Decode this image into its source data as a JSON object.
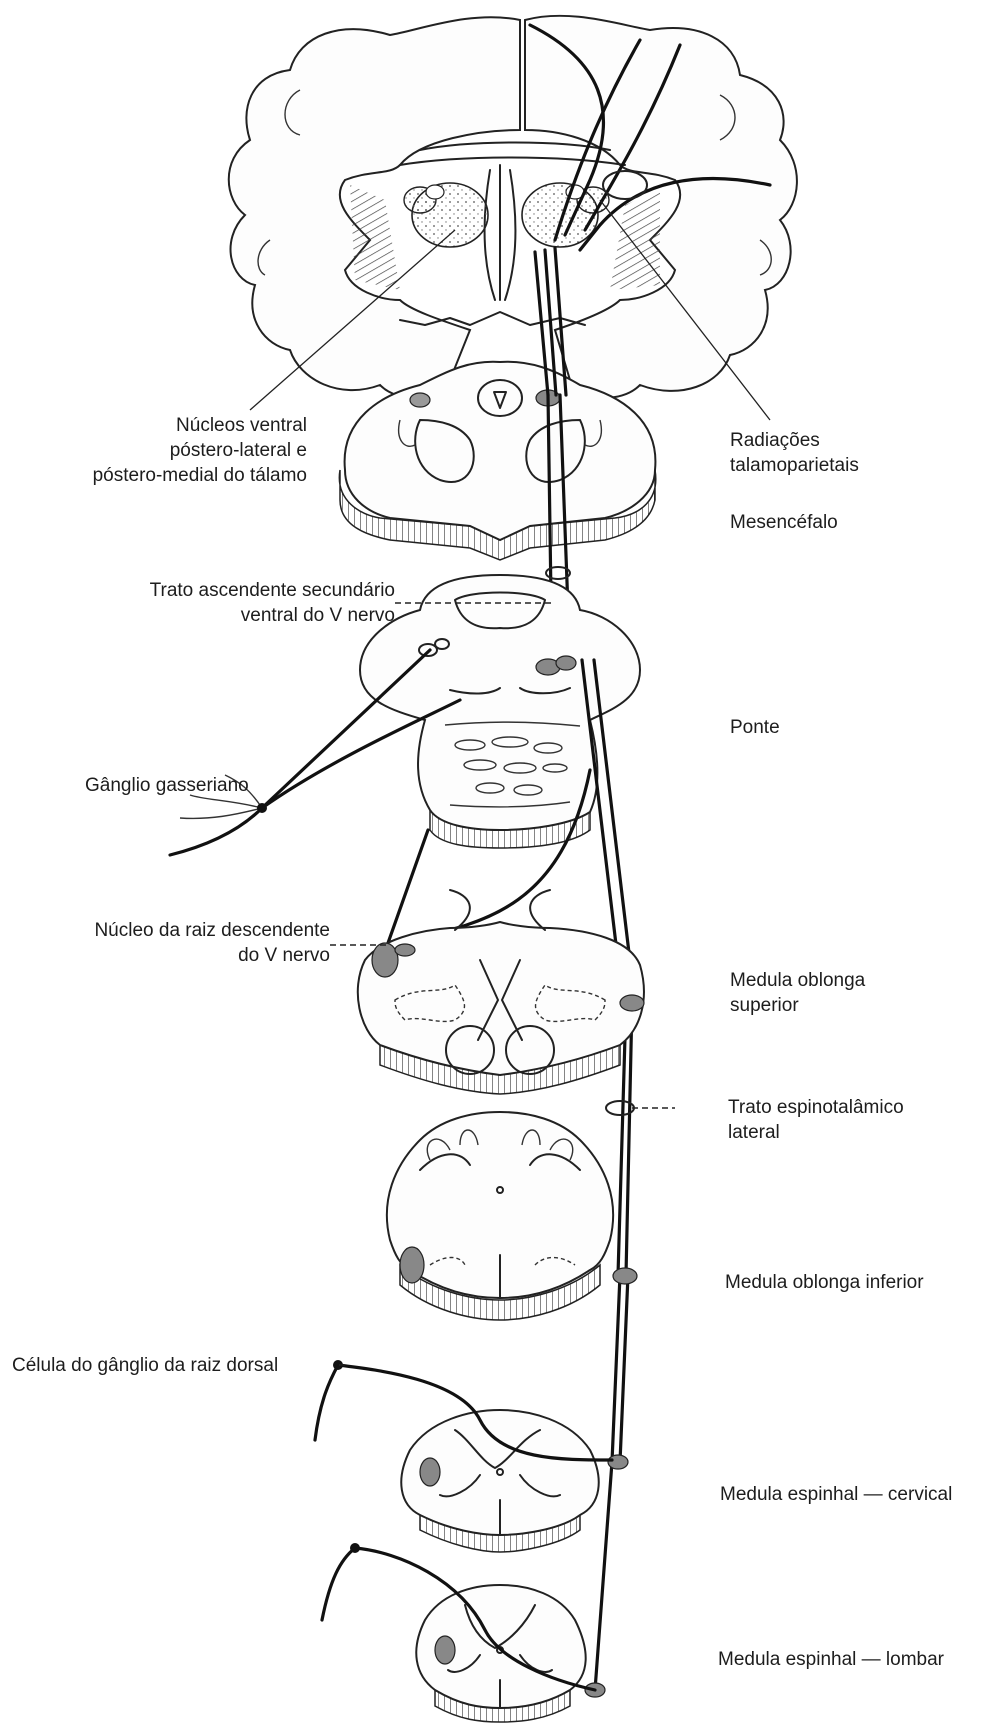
{
  "labels": {
    "thalamus_nuclei": [
      "Núcleos ventral",
      "póstero-lateral e",
      "póstero-medial do tálamo"
    ],
    "thalamoparietal": [
      "Radiações",
      "talamoparietais"
    ],
    "midbrain": "Mesencéfalo",
    "trigeminal_tract": [
      "Trato ascendente secundário",
      "ventral do V nervo"
    ],
    "pons": "Ponte",
    "gasserian_ganglion": "Gânglio gasseriano",
    "descending_root_nucleus": [
      "Núcleo da raiz descendente",
      "do V nervo"
    ],
    "upper_medulla": [
      "Medula oblonga",
      "superior"
    ],
    "spinothalamic": [
      "Trato espinotalâmico",
      "lateral"
    ],
    "lower_medulla": "Medula oblonga inferior",
    "drg_cell": "Célula do gânglio da raiz dorsal",
    "cervical_cord": "Medula espinhal — cervical",
    "lumbar_cord": "Medula espinhal — lombar"
  },
  "colors": {
    "ink": "#222222",
    "background": "#ffffff"
  }
}
